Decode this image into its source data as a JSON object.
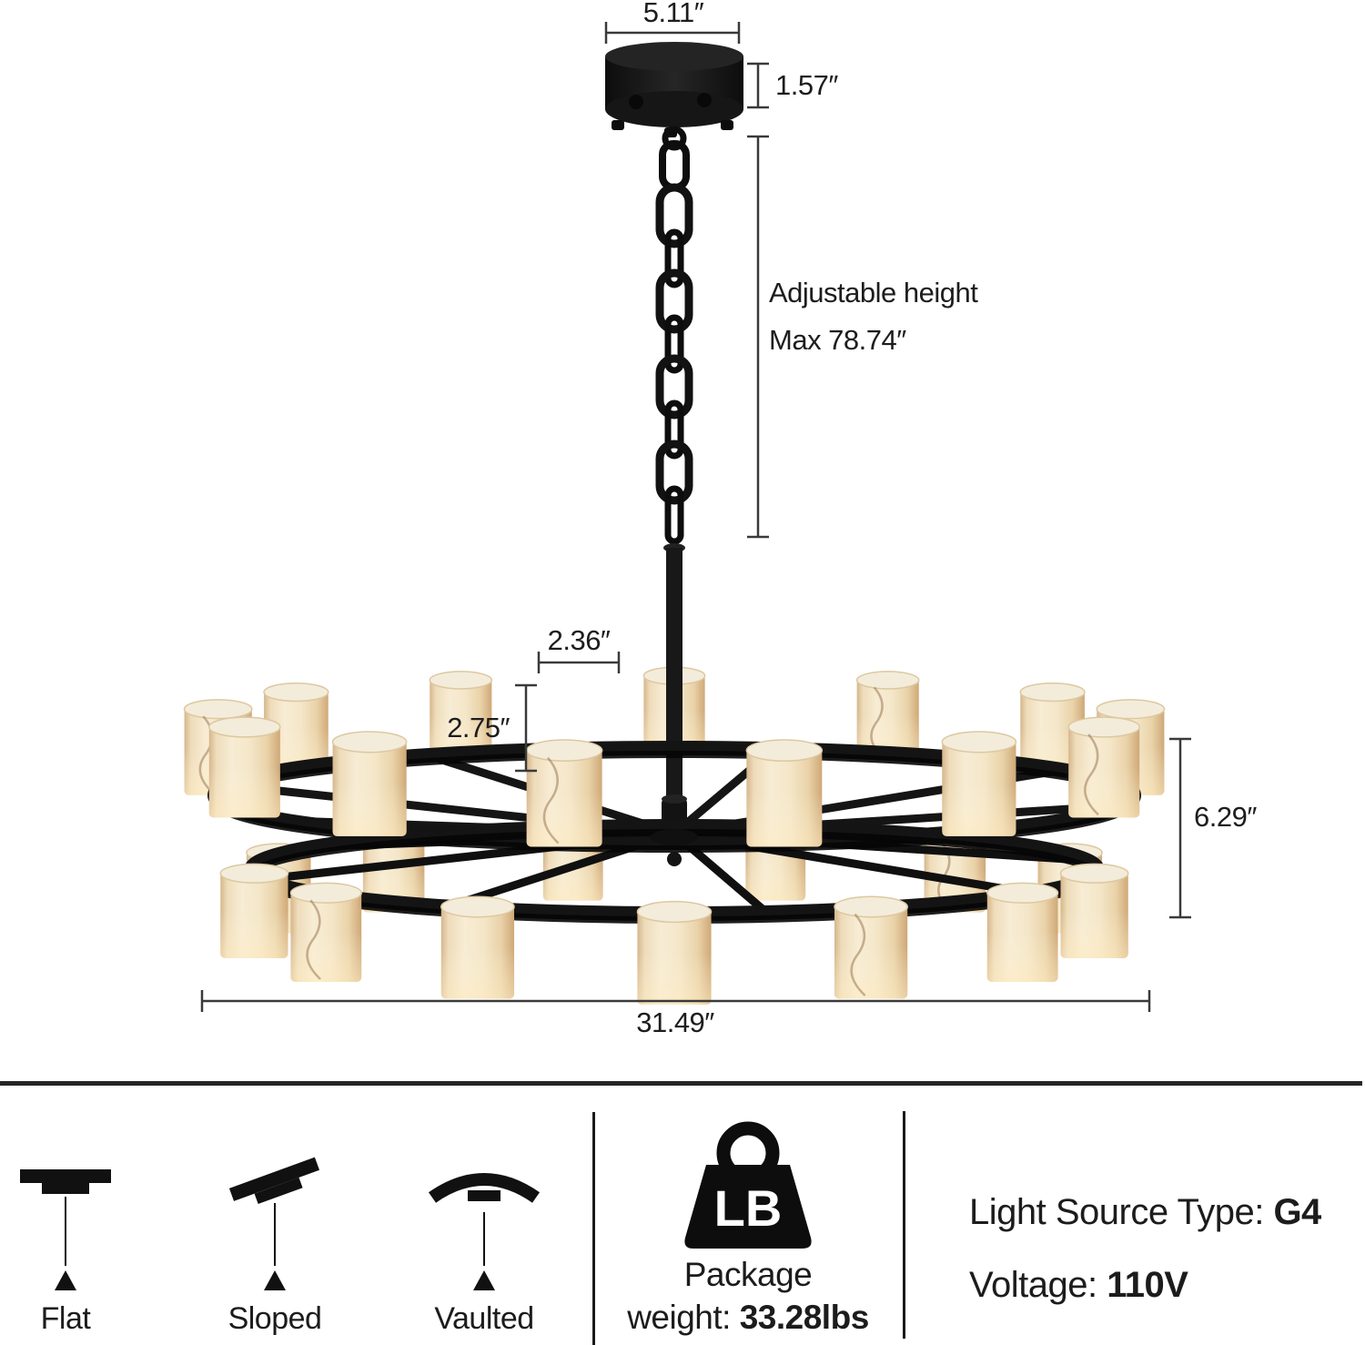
{
  "annotations": {
    "canopy_width": "5.11″",
    "canopy_height": "1.57″",
    "adjustable_line1": "Adjustable height",
    "adjustable_line2": "Max 78.74″",
    "shade_width": "2.36″",
    "shade_height": "2.75″",
    "frame_height": "6.29″",
    "overall_width": "31.49″"
  },
  "ceiling_types": [
    {
      "label": "Flat"
    },
    {
      "label": "Sloped"
    },
    {
      "label": "Vaulted"
    }
  ],
  "package": {
    "bag_text": "LB",
    "line1": "Package",
    "line2_label": "weight: ",
    "line2_value": "33.28lbs"
  },
  "specs": [
    {
      "label": "Light Source Type: ",
      "value": "G4"
    },
    {
      "label": "Voltage: ",
      "value": "110V"
    }
  ],
  "colors": {
    "metal": "#141414",
    "shade_cream": "#f4e8cd",
    "shade_amber": "#d8b285",
    "dim_line": "#3a3a3a",
    "text": "#1c1c1c"
  }
}
